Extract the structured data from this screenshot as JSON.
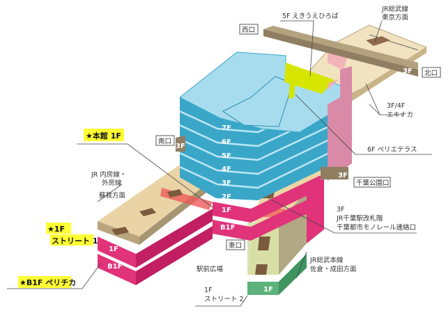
{
  "exits": {
    "west": "西口",
    "north": "北口",
    "south": "南口",
    "east": "東口",
    "chiba_park": "千葉公園口"
  },
  "badges": {
    "north_3f": "3F",
    "south_3f": "3F",
    "park_3f": "3F"
  },
  "sobu_tokyo": [
    "JR総武線",
    "東京方面"
  ],
  "hiroba": "5F えきうえひろば",
  "ekinaka": [
    "3F/4F",
    "エキナカ"
  ],
  "terrace": "6F ペリエテラス",
  "honkan": "★本館 1F",
  "uchibo": [
    "JR 内房線・",
    "外房線",
    "蘇我方面"
  ],
  "street1": [
    "★1F",
    "ストリート 1"
  ],
  "perichika": "★B1F ペリチカ",
  "ekimae": "駅前広場",
  "street2": [
    "1F",
    "ストリート 2"
  ],
  "sobu_main": [
    "JR総武本線",
    "佐倉・成田方面"
  ],
  "gate": [
    "3F",
    "JR千葉駅改札階",
    "千葉都市モノレール連絡口"
  ],
  "floors": {
    "f7": "7F",
    "f6": "6F",
    "f5": "5F",
    "f4": "4F",
    "f3": "3F",
    "f2": "2F",
    "f1": "1F",
    "b1": "B1F"
  },
  "arm_floors": {
    "sw_1f": "1F",
    "sw_b1": "B1F",
    "se_1f": "1F"
  },
  "colors": {
    "blue": "#3aa7c9",
    "blue_light": "#a7dcef",
    "pink": "#e0337a",
    "tan": "#e9d6ac",
    "brown": "#8f7e62",
    "green": "#5cb27a",
    "yellow": "#d6e600",
    "highlight": "#ffff33"
  }
}
